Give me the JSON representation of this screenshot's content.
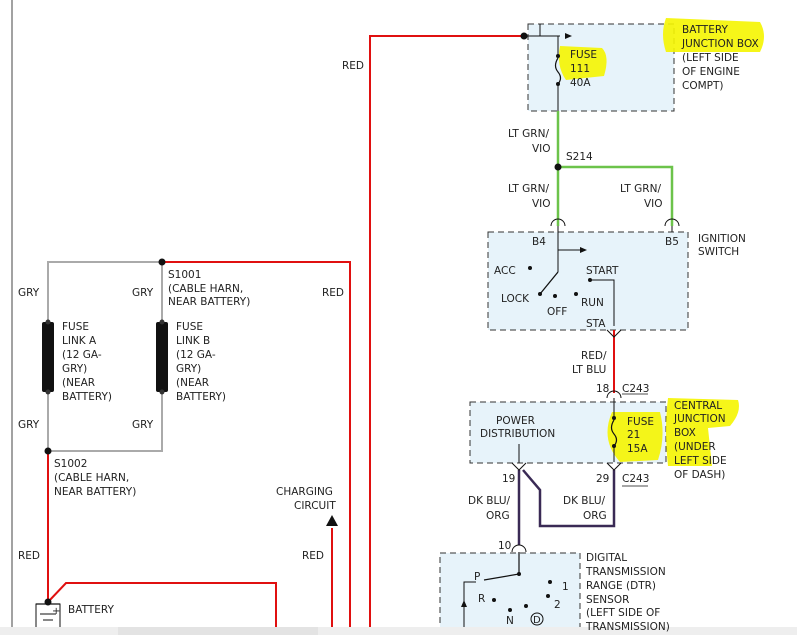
{
  "battery_junction_box": {
    "title": [
      "BATTERY",
      "JUNCTION BOX",
      "(LEFT SIDE",
      "OF ENGINE",
      "COMPT)"
    ],
    "fuse": [
      "FUSE",
      "111",
      "40A"
    ]
  },
  "wires": {
    "red": "RED",
    "lt_grn_vio": [
      "LT GRN/",
      "VIO"
    ],
    "red_lt_blu": [
      "RED/",
      "LT BLU"
    ],
    "dk_blu_org": [
      "DK BLU/",
      "ORG"
    ],
    "gry": "GRY"
  },
  "splices": {
    "s214": "S214",
    "s1001": [
      "S1001",
      "(CABLE HARN,",
      "NEAR BATTERY)"
    ],
    "s1002": [
      "S1002",
      "(CABLE HARN,",
      "NEAR BATTERY)"
    ]
  },
  "ignition_switch": {
    "title": [
      "IGNITION",
      "SWITCH"
    ],
    "pins": {
      "b4": "B4",
      "b5": "B5"
    },
    "positions": {
      "acc": "ACC",
      "lock": "LOCK",
      "off": "OFF",
      "run": "RUN",
      "start": "START",
      "sta": "STA"
    }
  },
  "central_junction_box": {
    "title": [
      "CENTRAL",
      "JUNCTION",
      "BOX",
      "(UNDER",
      "LEFT SIDE",
      "OF DASH)"
    ],
    "power_distribution": [
      "POWER",
      "DISTRIBUTION"
    ],
    "fuse": [
      "FUSE",
      "21",
      "15A"
    ],
    "pins": {
      "p18": "18",
      "p29": "29",
      "p19": "19",
      "c243": "C243"
    }
  },
  "fuse_link_a": [
    "FUSE",
    "LINK A",
    "(12 GA-",
    "GRY)",
    "(NEAR",
    "BATTERY)"
  ],
  "fuse_link_b": [
    "FUSE",
    "LINK B",
    "(12 GA-",
    "GRY)",
    "(NEAR",
    "BATTERY)"
  ],
  "charging_circuit": [
    "CHARGING",
    "CIRCUIT"
  ],
  "battery": "BATTERY",
  "dtr_sensor": {
    "title": [
      "DIGITAL",
      "TRANSMISSION",
      "RANGE (DTR)",
      "SENSOR",
      "(LEFT SIDE OF",
      "TRANSMISSION)"
    ],
    "pin10": "10",
    "positions": {
      "p": "P",
      "r": "R",
      "n": "N",
      "d": "D",
      "one": "1",
      "two": "2"
    }
  },
  "colors": {
    "red_wire": "#e01010",
    "green_wire": "#6cc34a",
    "gray_wire": "#aaaaaa",
    "highlight": "#f5f500"
  }
}
